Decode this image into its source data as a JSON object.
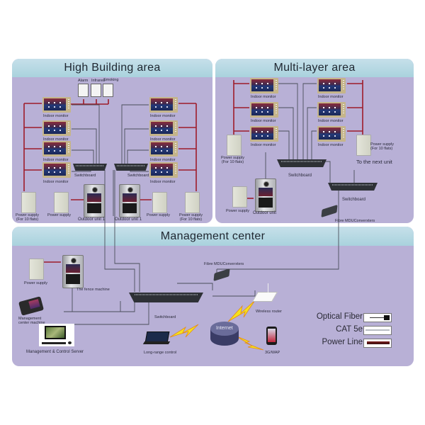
{
  "panels": {
    "high_building": {
      "title": "High Building area",
      "sensors": [
        "Alarm",
        "Infrared",
        "Smoking"
      ],
      "indoor_monitor_label": "Indoor monitor",
      "switchboard_label": "Switchboard",
      "outdoor_unit_label": "Outdoor unit 1",
      "power_supply_label": "Power supply",
      "power_supply_10_label": "Power supply",
      "power_supply_10_sub": "(For 10 flats)"
    },
    "multi_layer": {
      "title": "Multi-layer area",
      "indoor_monitor_label": "Indoor monitor",
      "power_supply_label": "Power supply",
      "power_supply_10_label": "Power supply",
      "power_supply_10_sub": "(For 10 flats)",
      "switchboard_label": "Switchboard",
      "next_unit_label": "To the next unit",
      "outdoor_unit_label": "Outdoor unit",
      "fibre_label": "Fibre MDUConverxters"
    },
    "management": {
      "title": "Management center",
      "power_supply_label": "Power supply",
      "fence_machine_label": "The fence machine",
      "fibre_label": "Fibre MDUConverxters",
      "switchboard_label": "Switchboard",
      "wireless_router_label": "Wireless router",
      "mgmt_machine_label_1": "Management",
      "mgmt_machine_label_2": "center machine",
      "server_label": "Management & Control Server",
      "long_range_label": "Long-range control",
      "internet_label": "Internet",
      "mobile_label": "3G/WAP"
    }
  },
  "legend": [
    {
      "label": "Optical Fiber",
      "color": "#111111"
    },
    {
      "label": "CAT 5e",
      "color": "#9aa0a8"
    },
    {
      "label": "Power  Line",
      "color": "#7a1a1a"
    }
  ],
  "colors": {
    "panel_bg": "#b8b0d6",
    "header_bg": "#b3d7e1",
    "power_wire": "#9e1c2a",
    "data_wire": "#4a4e5a",
    "lightning": "#f5e21a"
  }
}
